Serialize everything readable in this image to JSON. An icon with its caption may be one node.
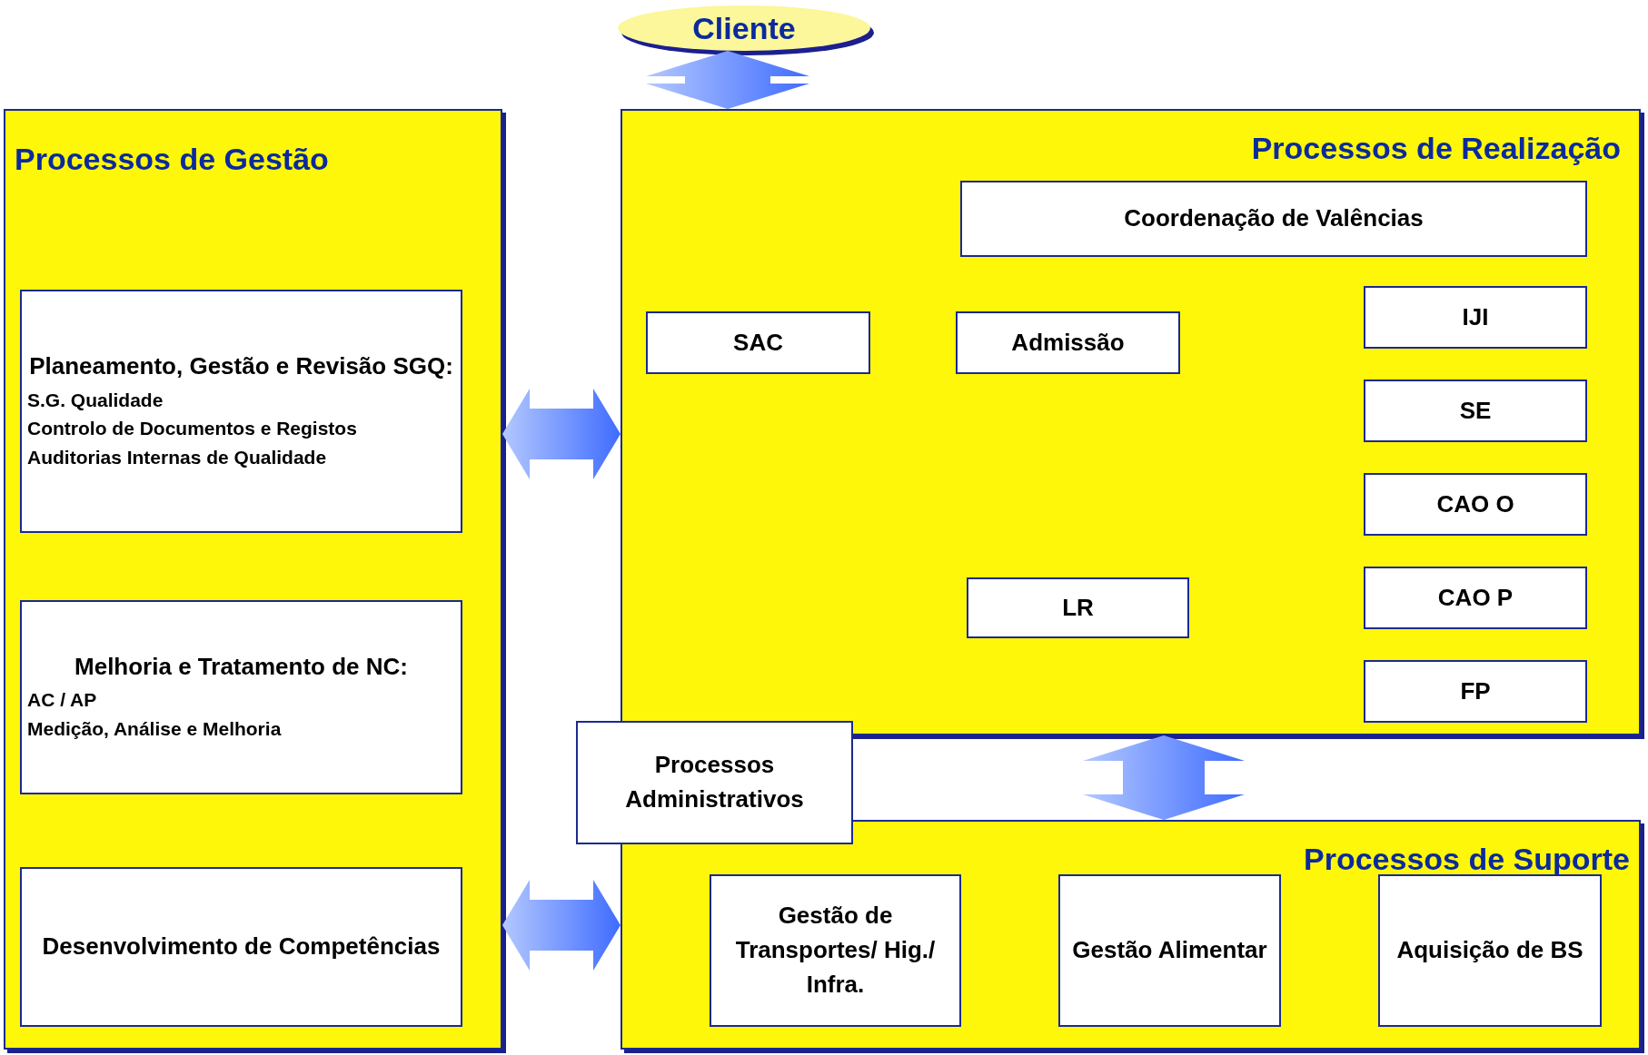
{
  "diagram": {
    "nodes": [
      {
        "text": [
          "Cliente"
        ]
      },
      {
        "text": [
          "Processos de Gestão"
        ]
      },
      {
        "text": [
          "Planeamento, Gestão e Revisão SGQ:",
          "S.G. Qualidade",
          "Controlo de Documentos  e Registos",
          "Auditorias Internas de Qualidade"
        ],
        "in": 1
      },
      {
        "text": [
          "Melhoria e Tratamento de NC:",
          "AC / AP",
          "Medição, Análise e Melhoria"
        ],
        "in": 1
      },
      {
        "text": [
          "Desenvolvimento de Competências"
        ],
        "in": 1
      },
      {
        "text": [
          "Processos de Realização"
        ]
      },
      {
        "text": [
          "Coordenação de Valências"
        ],
        "in": 5
      },
      {
        "text": [
          "SAC"
        ],
        "in": 5
      },
      {
        "text": [
          "Admissão"
        ],
        "in": 5
      },
      {
        "text": [
          "IJI"
        ],
        "in": 5
      },
      {
        "text": [
          "SE"
        ],
        "in": 5
      },
      {
        "text": [
          "CAO O"
        ],
        "in": 5
      },
      {
        "text": [
          "CAO P"
        ],
        "in": 5
      },
      {
        "text": [
          "FP"
        ],
        "in": 5
      },
      {
        "text": [
          "LR"
        ],
        "in": 5
      },
      {
        "text": [
          "Processos Administrativos"
        ]
      },
      {
        "text": [
          "Processos de Suporte"
        ]
      },
      {
        "text": [
          "Gestão de Transportes/ Hig./ Infra."
        ],
        "in": 16
      },
      {
        "text": [
          "Gestão Alimentar"
        ],
        "in": 16
      },
      {
        "text": [
          "Aquisição de BS"
        ],
        "in": 16
      }
    ],
    "edges": [
      {
        "from": 0,
        "to": 5,
        "arrow": "both"
      },
      {
        "from": 1,
        "to": 5,
        "arrow": "both"
      },
      {
        "from": 1,
        "to": 16,
        "arrow": "both"
      },
      {
        "from": 5,
        "to": 16,
        "arrow": "both"
      }
    ]
  }
}
